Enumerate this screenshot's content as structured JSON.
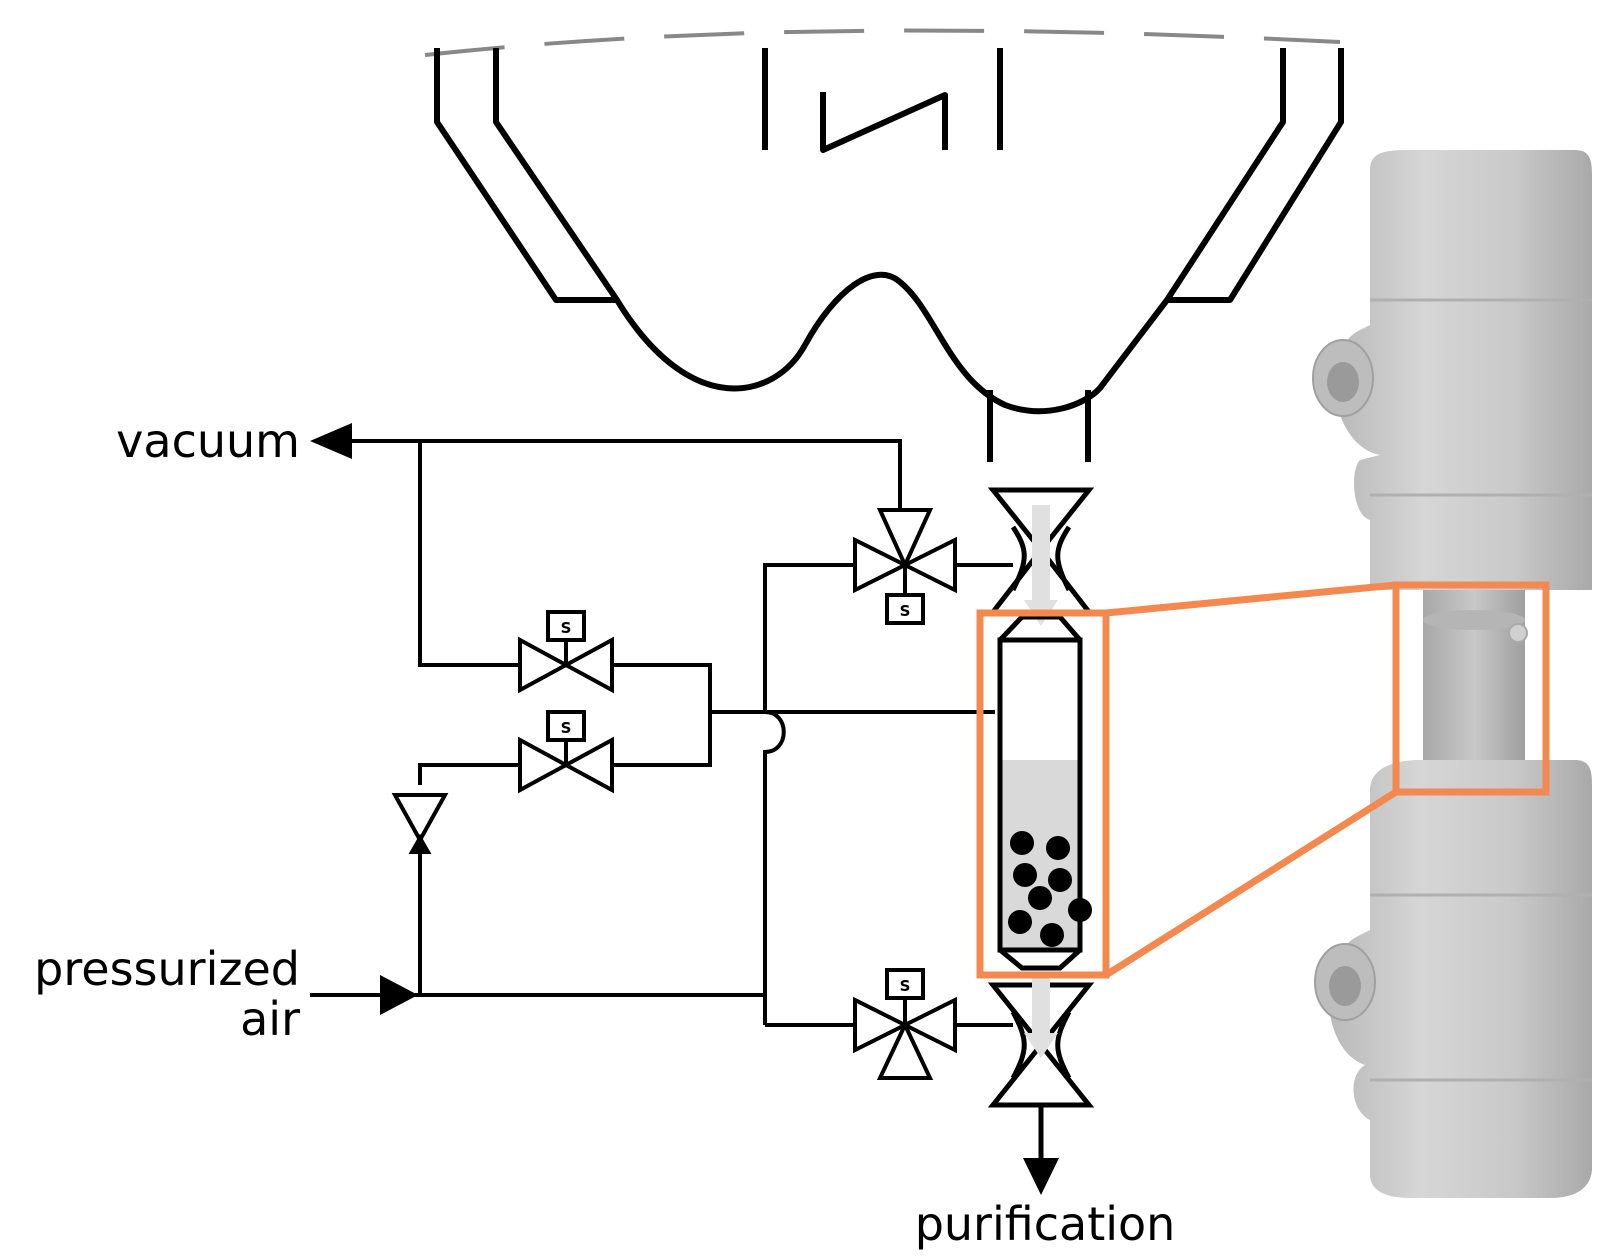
{
  "labels": {
    "vacuum": "vacuum",
    "pressurized": "pressurized",
    "air": "air",
    "purification": "purification"
  },
  "valves": {
    "solenoid_letter": "S"
  },
  "colors": {
    "highlight": "#f4894f",
    "line": "#000000",
    "fill": "#d9d9d9",
    "flow_arrow": "#e0e0e0",
    "device": "#c8c8c8"
  },
  "icons": {
    "valve_2way": "valve-2way-icon",
    "valve_3way": "valve-3way-icon",
    "arrow": "arrow-icon",
    "particle": "particle-dot"
  }
}
